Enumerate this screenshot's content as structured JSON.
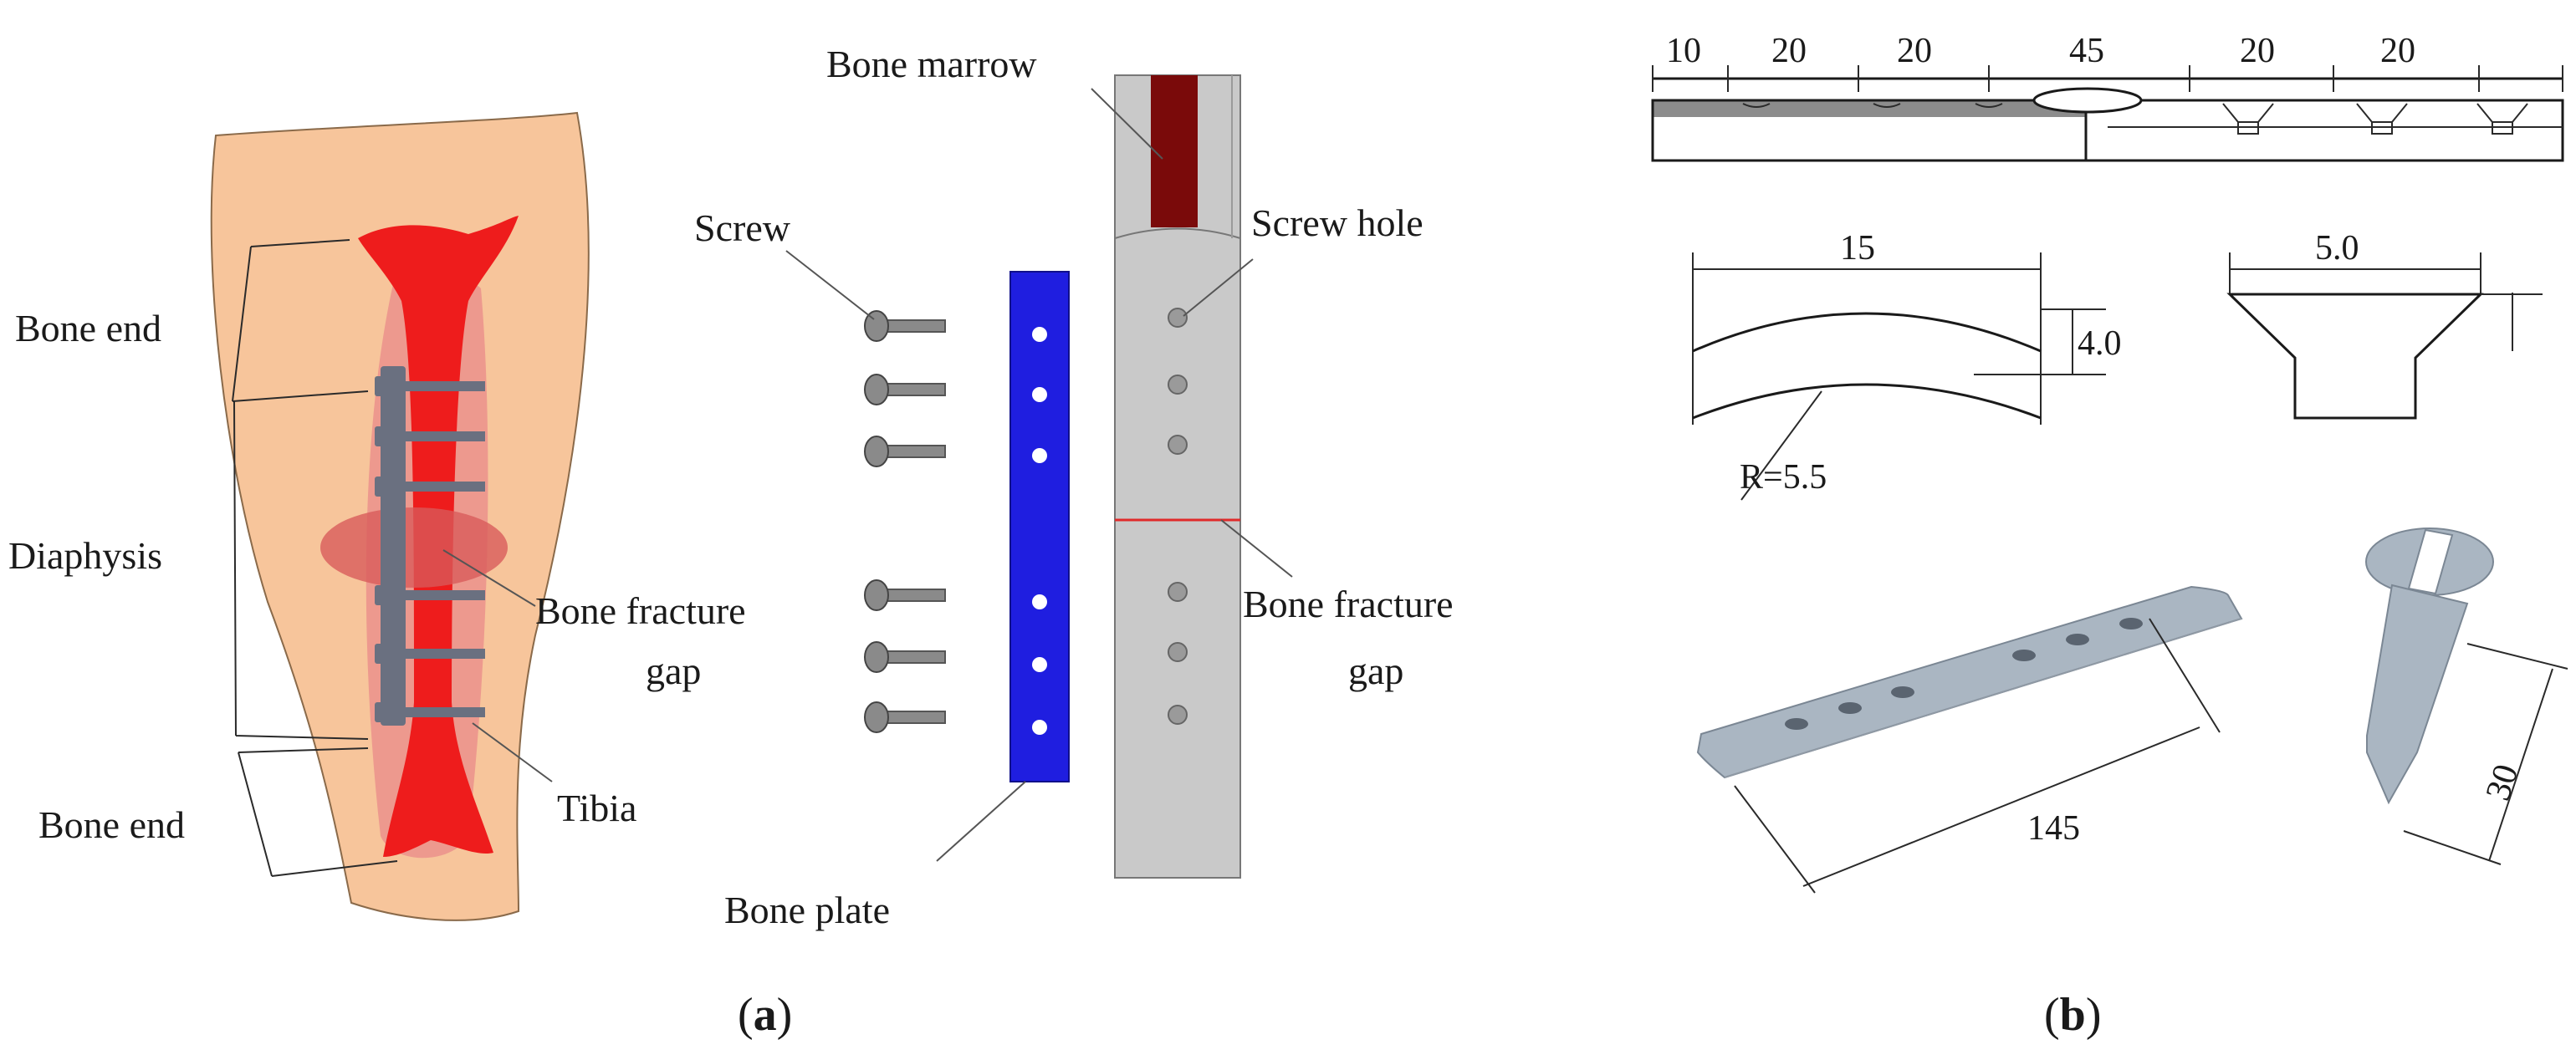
{
  "colors": {
    "soft_tissue": "#f7c59b",
    "bone": "#ee1c1c",
    "bone_overlay": "#e98a8a",
    "fracture_zone": "#d85a5a",
    "plate_grey": "#6a7080",
    "marrow": "#7a0a0a",
    "bone_section": "#c9c9c9",
    "bone_plate_blue": "#1f1ee0",
    "screw_grey": "#8a8a8a",
    "fracture_line": "#e02a2a",
    "model_3d": "#aab6c2"
  },
  "panel_a": {
    "caption": "(a)",
    "left_illustration": {
      "bone_end_top": "Bone end",
      "diaphysis": "Diaphysis",
      "bone_end_bottom": "Bone end",
      "fracture_gap_line1": "Bone fracture",
      "fracture_gap_line2": "gap",
      "tibia": "Tibia"
    },
    "exploded_view": {
      "screw": "Screw",
      "bone_plate": "Bone plate",
      "bone_marrow": "Bone marrow",
      "screw_hole": "Screw hole",
      "fracture_gap_line1": "Bone fracture",
      "fracture_gap_line2": "gap"
    }
  },
  "panel_b": {
    "caption": "(b)",
    "top_dimensions": [
      "10",
      "20",
      "20",
      "45",
      "20",
      "20"
    ],
    "arc_section": {
      "width": "15",
      "height": "4.0",
      "radius": "R=5.5"
    },
    "countersink_section": {
      "width": "5.0"
    },
    "plate_3d_length": "145",
    "screw_3d_length": "30"
  }
}
